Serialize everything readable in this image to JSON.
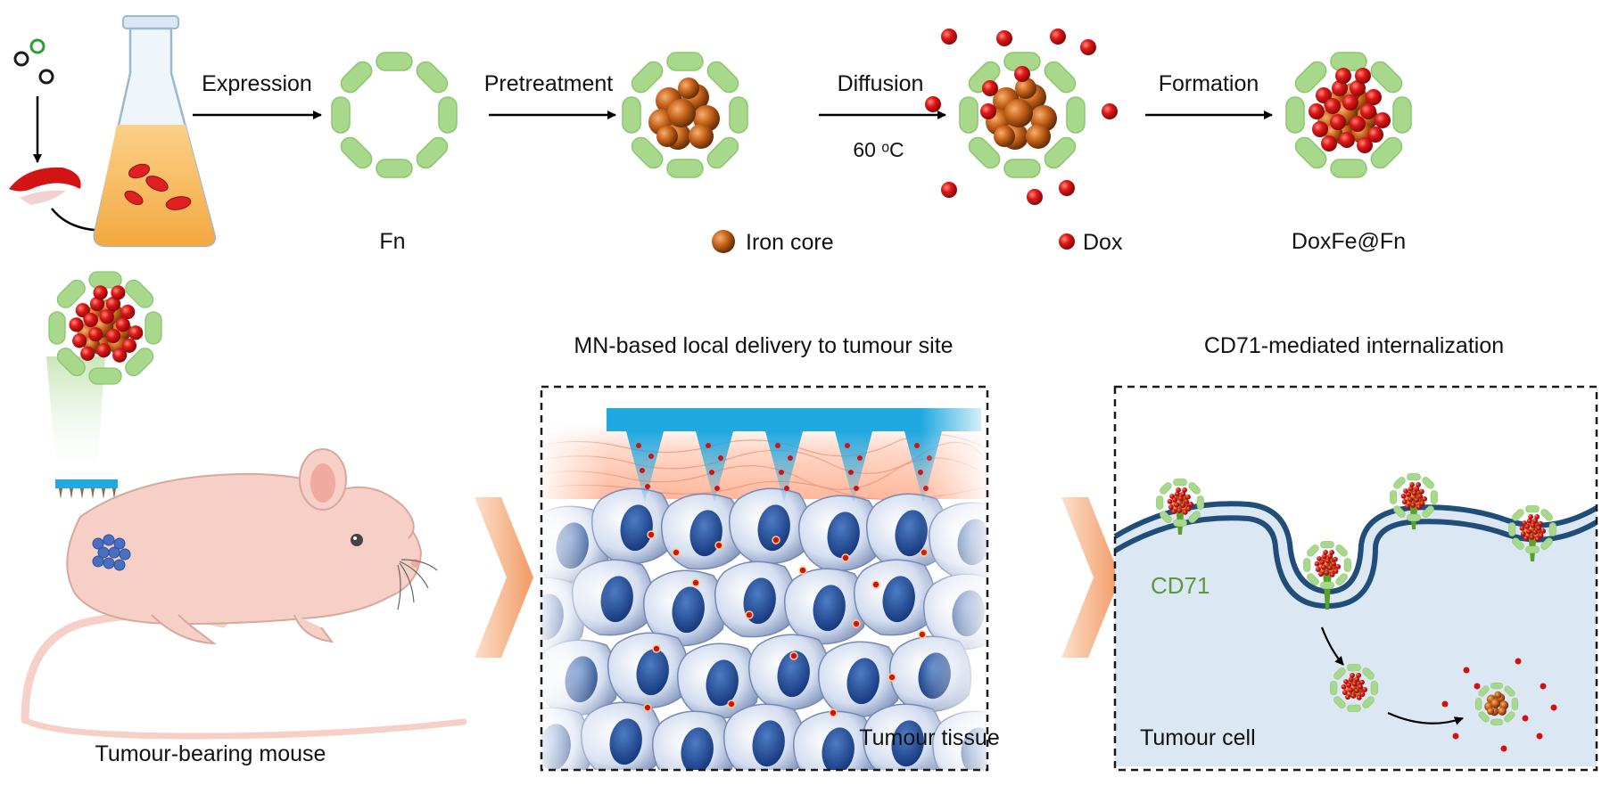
{
  "top_row": {
    "arrow_expression": "Expression",
    "arrow_pretreatment": "Pretreatment",
    "arrow_diffusion": "Diffusion",
    "diffusion_temp": "60 ᵒC",
    "arrow_formation": "Formation",
    "label_fn": "Fn",
    "legend_iron_core": "Iron core",
    "legend_dox": "Dox",
    "label_doxfe": "DoxFe@Fn"
  },
  "bottom_row": {
    "mouse_caption": "Tumour-bearing mouse",
    "panel_delivery_title": "MN-based local delivery to tumour site",
    "panel_delivery_label": "Tumour tissue",
    "panel_internalization_title": "CD71-mediated internalization",
    "receptor_label": "CD71",
    "panel_internalization_label": "Tumour cell"
  },
  "colors": {
    "shell_green": "#a8d88c",
    "iron_core": "#c8641c",
    "dox_red": "#e01818",
    "microneedle_blue": "#20a8e0",
    "cell_nucleus": "#1f4f96",
    "membrane": "#204e78",
    "receptor_green": "#5aa02a",
    "flow_arrow": "#f6b283",
    "mouse_pink": "#f6cfc6"
  },
  "icons": [
    "bacteria-icon",
    "flask-icon",
    "nanocage-icon",
    "microneedle-patch-icon",
    "mouse-icon"
  ]
}
